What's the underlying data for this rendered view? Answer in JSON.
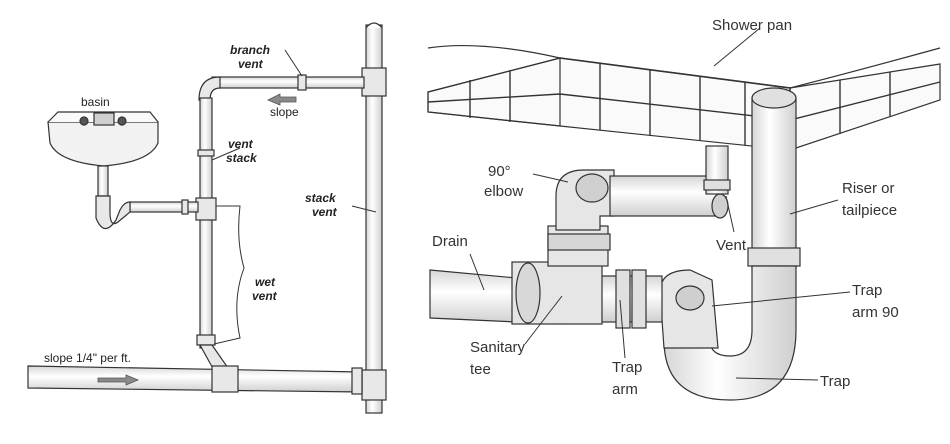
{
  "left_diagram": {
    "basin": "basin",
    "branch_vent": [
      "branch",
      "vent"
    ],
    "slope": "slope",
    "vent_stack": [
      "vent",
      "stack"
    ],
    "stack_vent": [
      "stack",
      "vent"
    ],
    "wet_vent": [
      "wet",
      "vent"
    ],
    "drain_slope": "slope 1/4\" per ft."
  },
  "right_diagram": {
    "shower_pan": "Shower pan",
    "elbow": [
      "90°",
      "elbow"
    ],
    "vent": "Vent",
    "riser": [
      "Riser or",
      "tailpiece"
    ],
    "drain": "Drain",
    "trap_arm_90": [
      "Trap",
      "arm 90"
    ],
    "sanitary_tee": [
      "Sanitary",
      "tee"
    ],
    "trap_arm": [
      "Trap",
      "arm"
    ],
    "trap": "Trap"
  },
  "colors": {
    "pipe_fill": "#ececec",
    "line": "#333333",
    "arrow": "#888888"
  }
}
